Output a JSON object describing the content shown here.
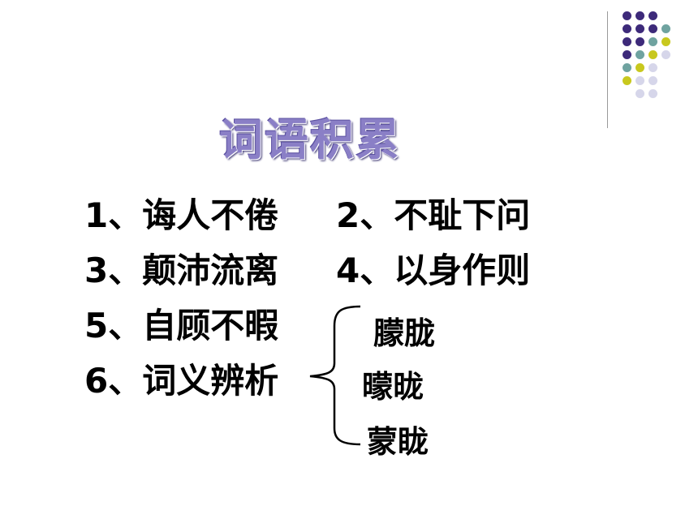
{
  "title": "词语积累",
  "items": [
    {
      "text": "1、诲人不倦"
    },
    {
      "text": "2、不耻下问"
    },
    {
      "text": "3、颠沛流离"
    },
    {
      "text": "4、以身作则"
    },
    {
      "text": "5、自顾不暇"
    },
    {
      "text": "6、词义辨析"
    }
  ],
  "words": [
    "朦胧",
    "曚昽",
    "蒙眬"
  ],
  "colors": {
    "purple": "#3d2a7a",
    "teal": "#6fa3a0",
    "yellow": "#c8c81e",
    "lavender": "#d6d6ea",
    "title": "#8a7fc6"
  }
}
